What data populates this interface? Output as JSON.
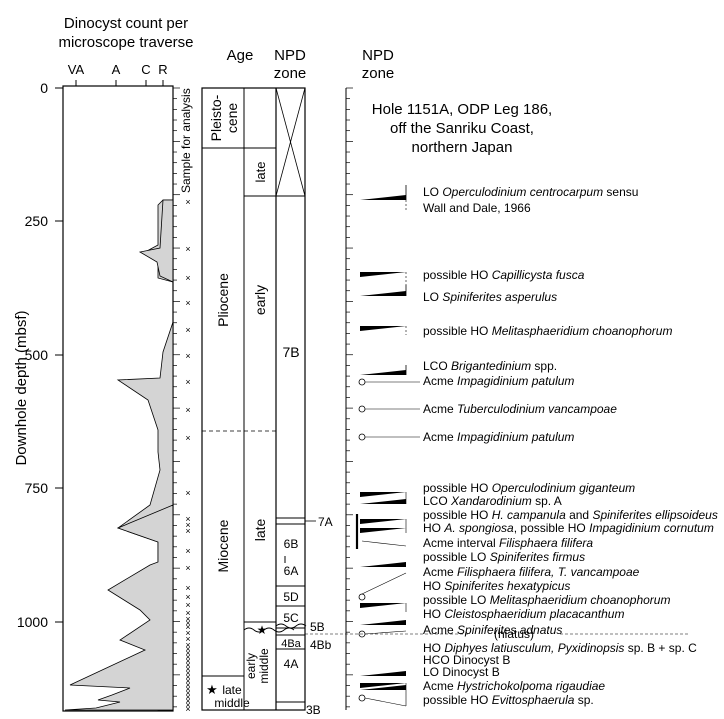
{
  "header": {
    "count_title_1": "Dinocyst count per",
    "count_title_2": "microscope traverse",
    "age_title": "Age",
    "npd_title_1": "NPD",
    "npd_title_2": "zone",
    "npd2_title_1": "NPD",
    "npd2_title_2": "zone"
  },
  "abundance_ticks": [
    "VA",
    "A",
    "C",
    "R"
  ],
  "depth_axis": {
    "label": "Downhole depth (mbsf)",
    "ticks": [
      "0",
      "250",
      "500",
      "750",
      "1000"
    ]
  },
  "sample_label": "Sample for analysis",
  "hole_title": [
    "Hole 1151A, ODP Leg 186,",
    "off the Sanriku Coast,",
    "northern Japan"
  ],
  "epochs": {
    "pleistocene_1": "Pleisto-",
    "pleistocene_2": "cene",
    "pliocene": "Pliocene",
    "miocene": "Miocene",
    "late_middle_1": "late",
    "late_middle_2": "middle",
    "star": "★"
  },
  "stages": {
    "pleist_late": "late",
    "plio_early": "early",
    "mio_late": "late",
    "early_middle_1": "early",
    "early_middle_2": "middle"
  },
  "zones": {
    "z7B": "7B",
    "z7A": "7A",
    "z6B": "6B",
    "z6A": "6A",
    "z5D": "5D",
    "z5C": "5C",
    "z5B": "5B",
    "z4Ba": "4Ba",
    "z4Bb": "4Bb",
    "z4A": "4A",
    "z3B": "3B"
  },
  "hiatus_label": "(hiatus)",
  "events": [
    {
      "pre": "LO ",
      "it": "Operculodinium centrocarpum",
      "post": " sensu"
    },
    {
      "pre": "Wall and Dale, 1966",
      "it": "",
      "post": ""
    },
    {
      "pre": "possible HO ",
      "it": "Capillicysta fusca",
      "post": ""
    },
    {
      "pre": "LO ",
      "it": "Spiniferites asperulus",
      "post": ""
    },
    {
      "pre": "possible HO ",
      "it": "Melitasphaeridium choanophorum",
      "post": ""
    },
    {
      "pre": "LCO ",
      "it": "Brigantedinium",
      "post": " spp."
    },
    {
      "pre": "Acme ",
      "it": "Impagidinium patulum",
      "post": ""
    },
    {
      "pre": "Acme ",
      "it": "Tuberculodinium vancampoae",
      "post": ""
    },
    {
      "pre": "Acme ",
      "it": "Impagidinium patulum",
      "post": ""
    },
    {
      "pre": "possible HO ",
      "it": "Operculodinium giganteum",
      "post": ""
    },
    {
      "pre": "LCO ",
      "it": "Xandarodinium",
      "post": " sp. A"
    },
    {
      "pre": "possible HO ",
      "it": "H. campanula",
      "post": " and ",
      "it2": "Spiniferites ellipsoideus"
    },
    {
      "pre": "HO ",
      "it": "A. spongiosa",
      "post": ", possible HO ",
      "it2": "Impagidinium cornutum"
    },
    {
      "pre": "Acme interval ",
      "it": "Filisphaera filifera",
      "post": ""
    },
    {
      "pre": "possible LO ",
      "it": "Spiniferites firmus",
      "post": ""
    },
    {
      "pre": "Acme ",
      "it": "Filisphaera filifera, T. vancampoae",
      "post": ""
    },
    {
      "pre": "HO ",
      "it": "Spiniferites hexatypicus",
      "post": ""
    },
    {
      "pre": "possible LO ",
      "it": "Melitasphaeridium choanophorum",
      "post": ""
    },
    {
      "pre": "HO ",
      "it": "Cleistosphaeridium placacanthum",
      "post": ""
    },
    {
      "pre": "Acme ",
      "it": "Spiniferites adnatus",
      "post": ""
    },
    {
      "pre": "HO ",
      "it": "Diphyes latiusculum, Pyxidinopsis",
      "post": " sp. B + sp. C"
    },
    {
      "pre": "HCO Dinocyst B",
      "it": "",
      "post": ""
    },
    {
      "pre": "LO Dinocyst B",
      "it": "",
      "post": ""
    },
    {
      "pre": "Acme ",
      "it": "Hystrichokolpoma rigaudiae",
      "post": ""
    },
    {
      "pre": "possible HO ",
      "it": "Evittosphaerula",
      "post": " sp."
    }
  ]
}
